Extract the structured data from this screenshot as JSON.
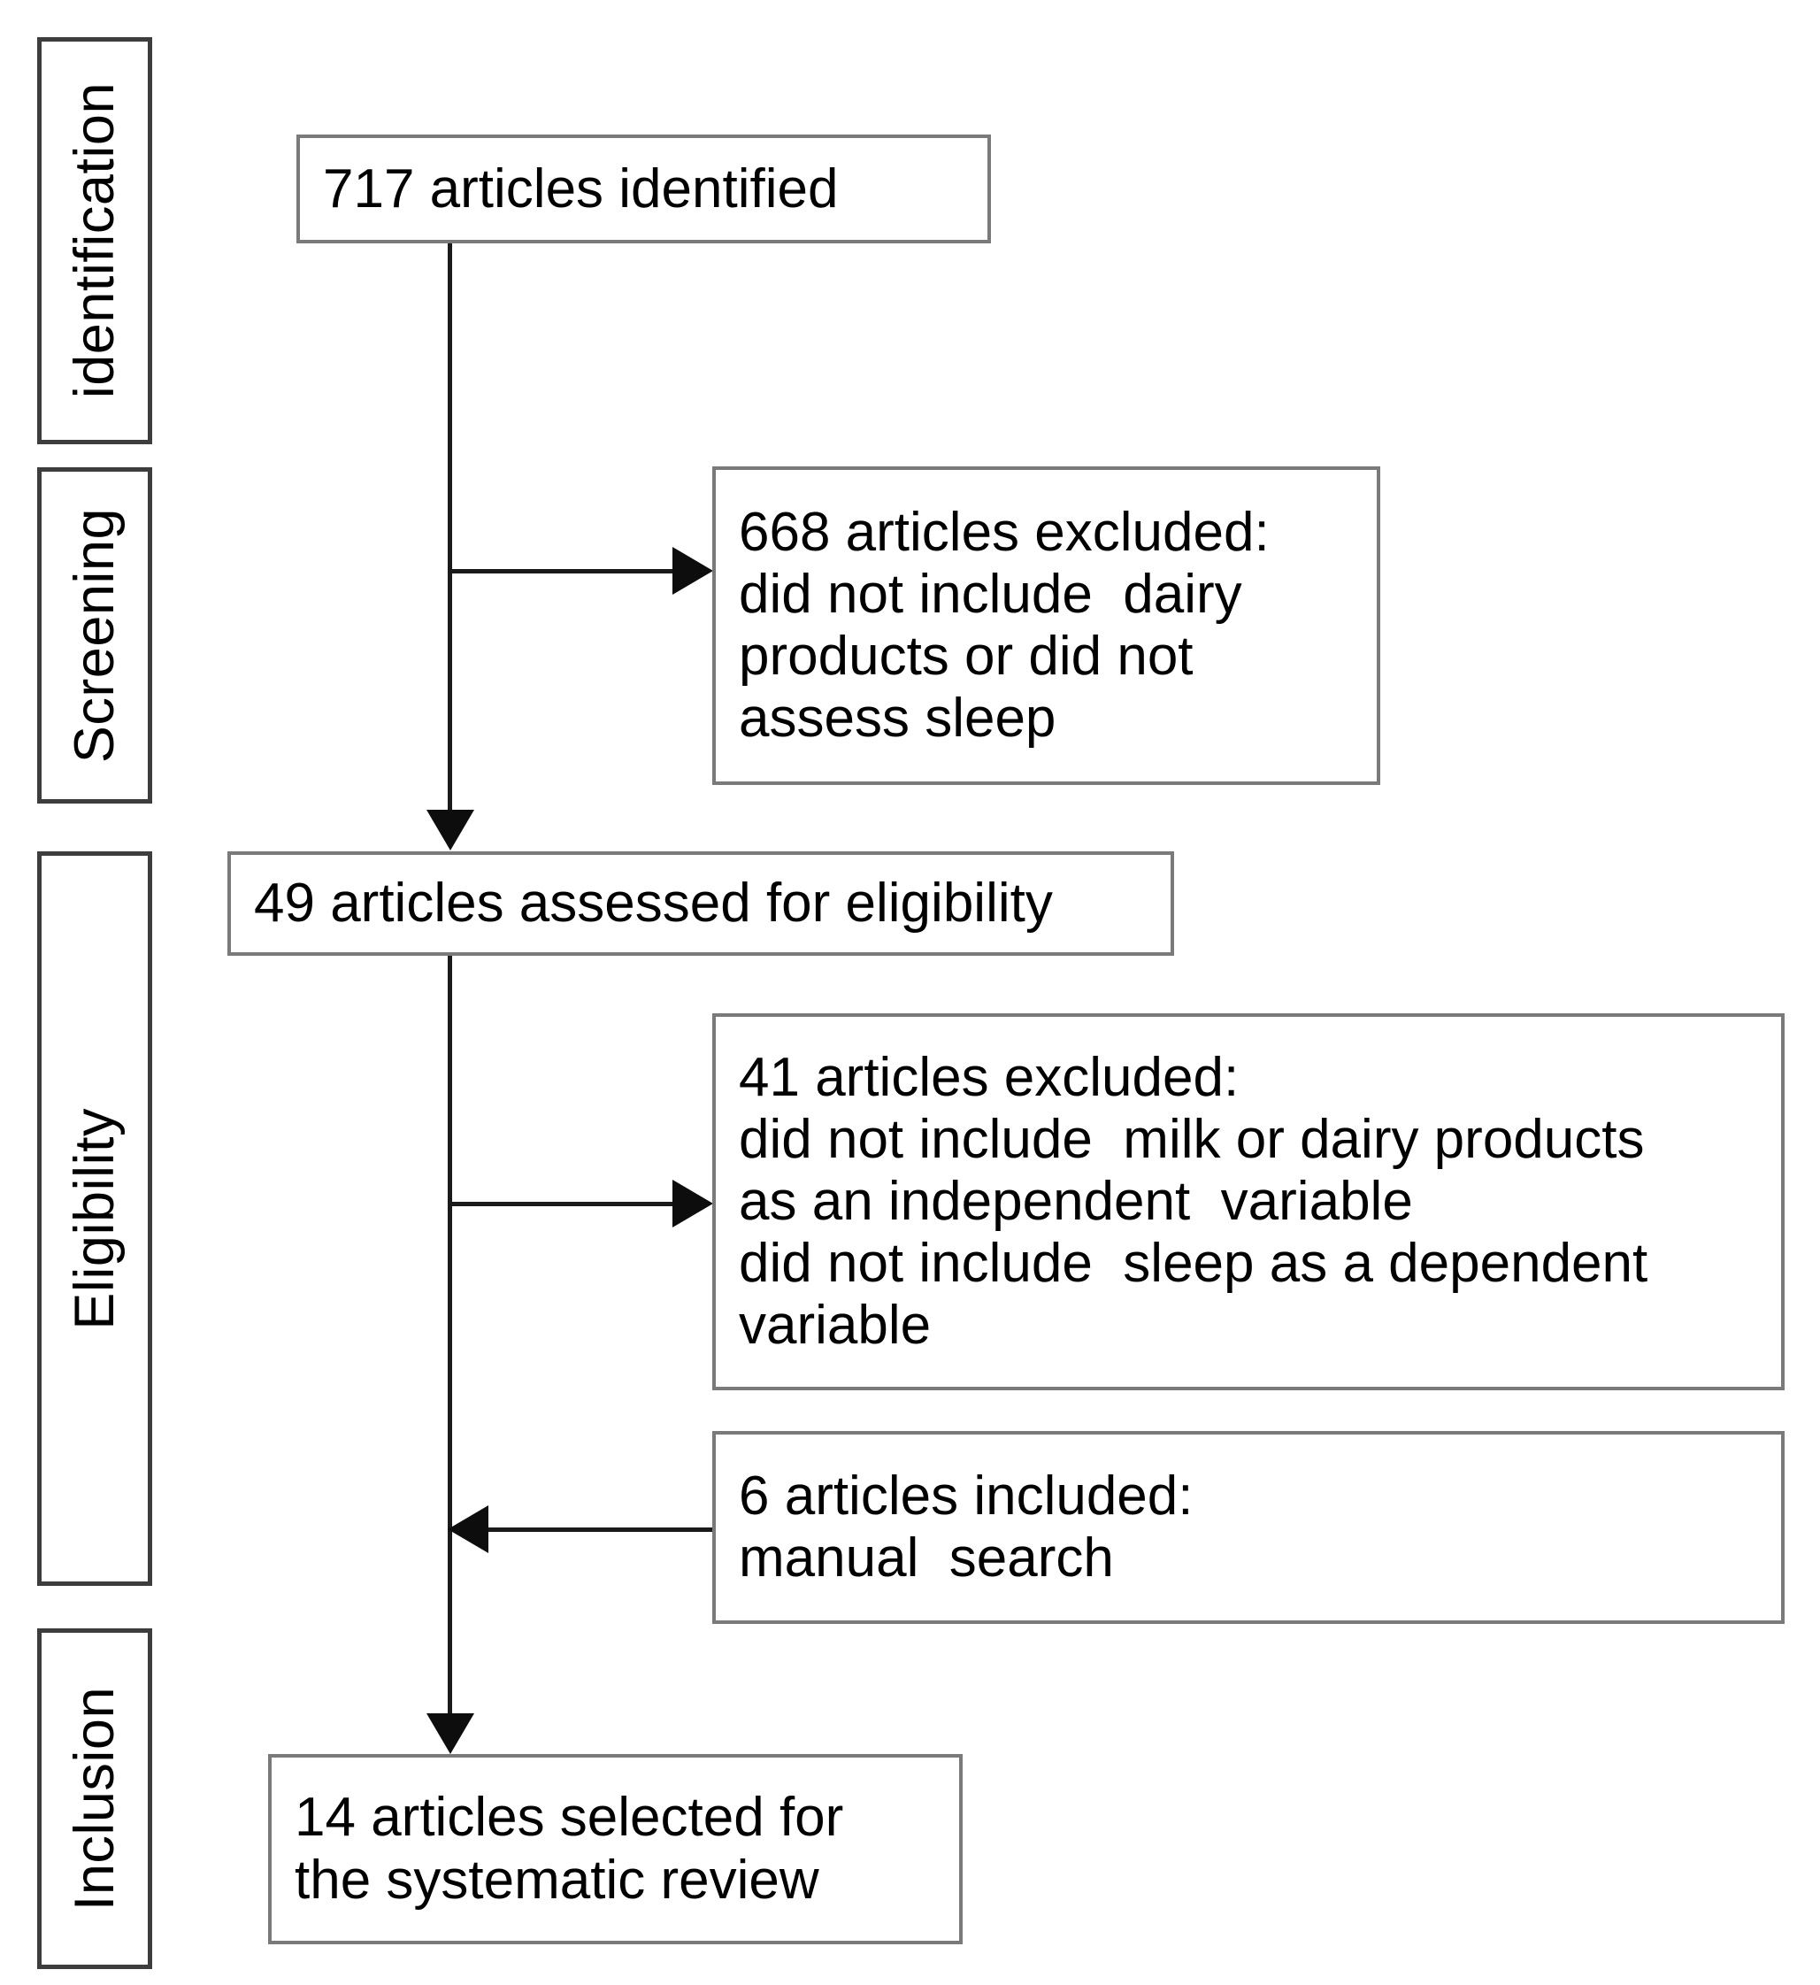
{
  "figure": {
    "type": "prisma-flow-diagram",
    "stages": [
      {
        "id": "identification",
        "label": "identification"
      },
      {
        "id": "screening",
        "label": "Screening"
      },
      {
        "id": "eligibility",
        "label": "Eligibility"
      },
      {
        "id": "inclusion",
        "label": "Inclusion"
      }
    ],
    "nodes": [
      {
        "id": "identified",
        "lines": [
          "717 articles identified"
        ],
        "count": 717
      },
      {
        "id": "excluded-screening",
        "lines": [
          "668 articles excluded:",
          "did not include  dairy",
          "products or did not",
          "assess sleep"
        ],
        "count": 668
      },
      {
        "id": "assessed-eligibility",
        "lines": [
          "49 articles assessed for eligibility"
        ],
        "count": 49
      },
      {
        "id": "excluded-eligibility",
        "lines": [
          "41 articles excluded:",
          "did not include  milk or dairy products",
          "as an independent  variable",
          "did not include  sleep as a dependent",
          "variable"
        ],
        "count": 41
      },
      {
        "id": "included-manual",
        "lines": [
          "6 articles included:",
          "manual  search"
        ],
        "count": 6
      },
      {
        "id": "selected-review",
        "lines": [
          "14 articles selected for",
          "the systematic review"
        ],
        "count": 14
      }
    ],
    "connectors": [
      {
        "id": "identified-to-assessed",
        "kind": "arrow-down"
      },
      {
        "id": "to-excluded-screening",
        "kind": "arrow-right"
      },
      {
        "id": "to-excluded-eligibility",
        "kind": "arrow-right"
      },
      {
        "id": "from-manual-search",
        "kind": "arrow-left"
      },
      {
        "id": "assessed-to-selected",
        "kind": "arrow-down"
      }
    ],
    "colors": {
      "stage_border": "#3d3d3d",
      "node_border": "#7a7a7a",
      "connector": "#1a1a1a",
      "text": "#000000",
      "background": "#ffffff"
    }
  }
}
